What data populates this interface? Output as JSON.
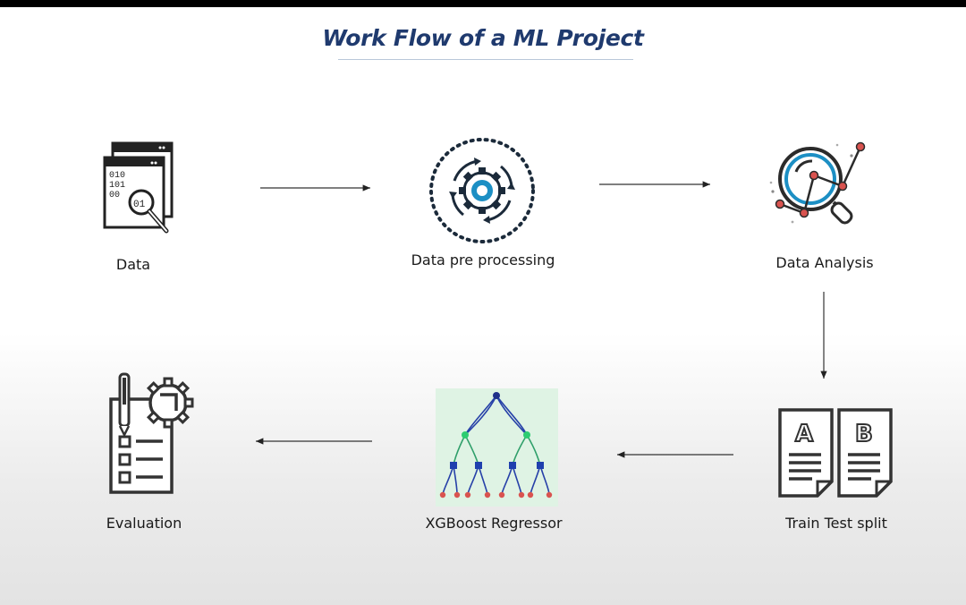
{
  "title": "Work Flow of a ML Project",
  "steps": {
    "data": "Data",
    "preprocessing": "Data pre processing",
    "analysis": "Data Analysis",
    "split": "Train Test split",
    "model": "XGBoost Regressor",
    "evaluation": "Evaluation"
  },
  "icons": {
    "data": "binary-document-search-icon",
    "preprocessing": "gear-cycle-icon",
    "analysis": "magnifier-analysis-icon",
    "split": "ab-documents-icon",
    "model": "decision-tree-icon",
    "evaluation": "clipboard-gear-icon"
  },
  "data_icon_text": [
    "010",
    "101",
    "00",
    "01"
  ],
  "split_icon_letters": [
    "A",
    "B"
  ],
  "colors": {
    "title": "#1f3a6e",
    "icon_dark": "#2b2b2b",
    "accent_blue": "#1c8fc4",
    "node_red": "#d9534f",
    "tree_blue": "#1f3fae",
    "tree_green": "#2ecc71"
  }
}
